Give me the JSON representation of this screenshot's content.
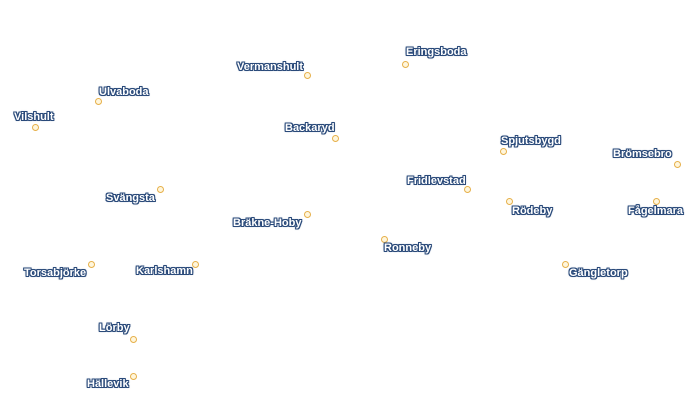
{
  "map": {
    "places": [
      {
        "id": "eringsboda",
        "name": "Eringsboda"
      },
      {
        "id": "vermanshult",
        "name": "Vermanshult"
      },
      {
        "id": "ulvaboda",
        "name": "Ulvaboda"
      },
      {
        "id": "vilshult",
        "name": "Vilshult"
      },
      {
        "id": "backaryd",
        "name": "Backaryd"
      },
      {
        "id": "spjutsbygd",
        "name": "Spjutsbygd"
      },
      {
        "id": "bromsebro",
        "name": "Brömsebro"
      },
      {
        "id": "fridlevstad",
        "name": "Fridlevstad"
      },
      {
        "id": "svangsta",
        "name": "Svängsta"
      },
      {
        "id": "rodeby",
        "name": "Rödeby"
      },
      {
        "id": "fagelmara",
        "name": "Fågelmara"
      },
      {
        "id": "brakne-hoby",
        "name": "Bräkne-Hoby"
      },
      {
        "id": "ronneby",
        "name": "Ronneby"
      },
      {
        "id": "torsabjorke",
        "name": "Torsabjörke"
      },
      {
        "id": "karlshamn",
        "name": "Karlshamn"
      },
      {
        "id": "gangletorp",
        "name": "Gängletorp"
      },
      {
        "id": "lorby",
        "name": "Lörby"
      },
      {
        "id": "hallevik",
        "name": "Hällevik"
      }
    ],
    "marker_color": "#e6b04a",
    "label_halo_color": "#2a4a7a"
  }
}
